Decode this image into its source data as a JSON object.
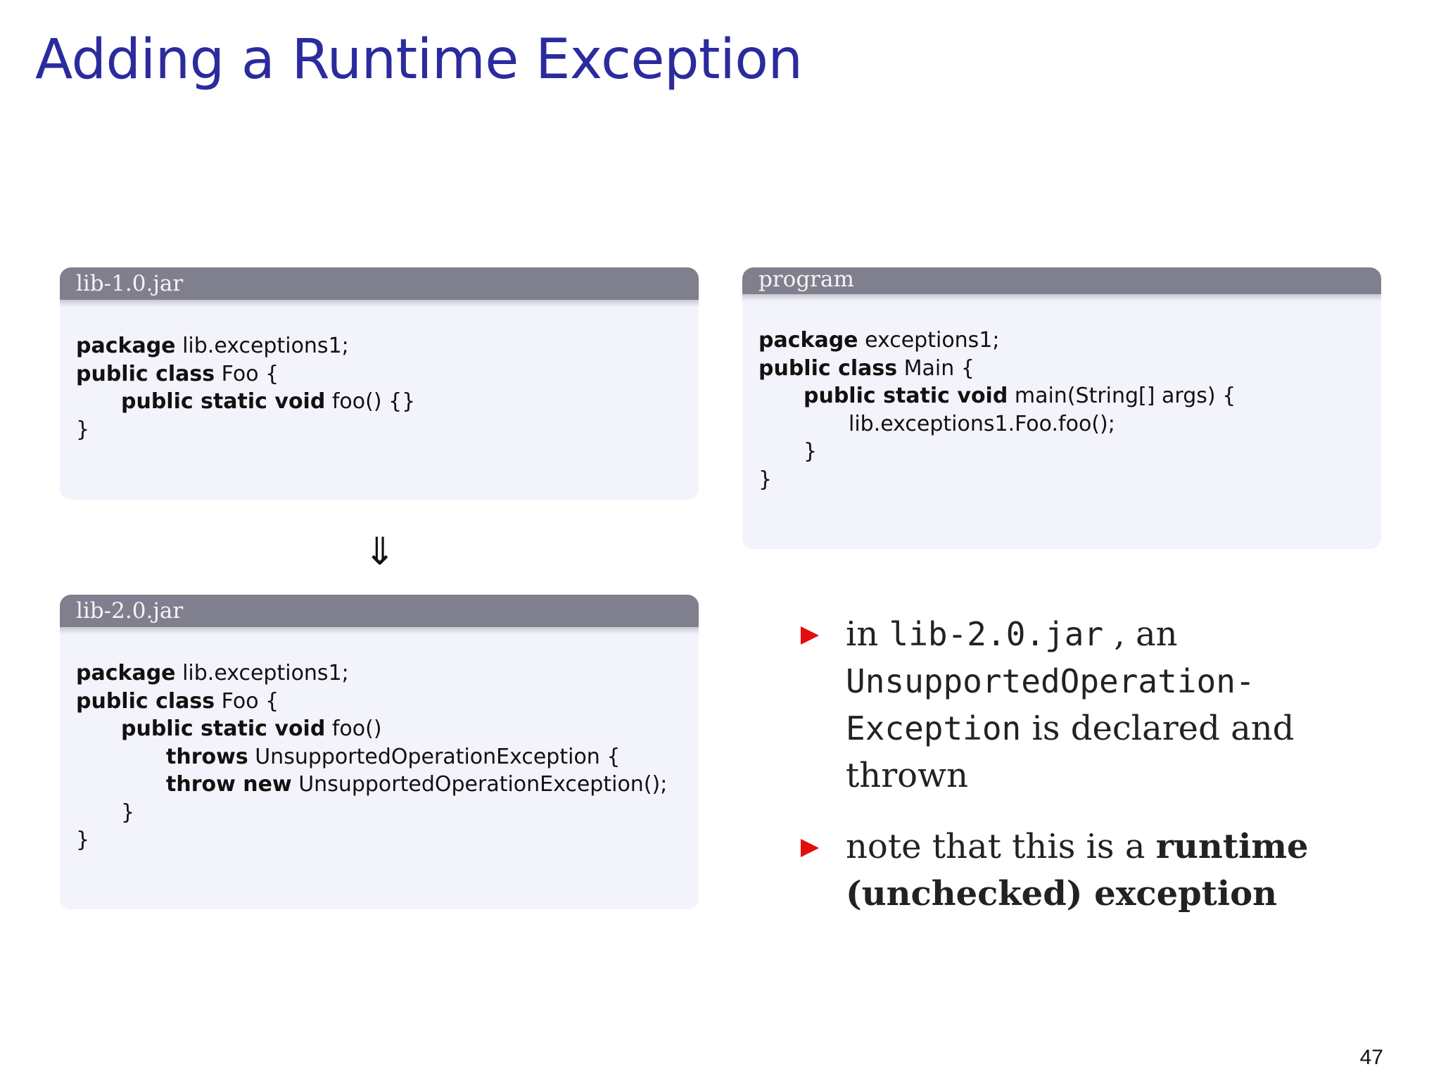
{
  "slide": {
    "title": "Adding a Runtime Exception",
    "page_number": "47"
  },
  "blocks": {
    "lib1": {
      "title": "lib-1.0.jar",
      "lines": [
        {
          "kw": "package",
          "text": " lib.exceptions1;"
        },
        {
          "kw": "public class",
          "text": " Foo {"
        },
        {
          "kw": "public static void",
          "text": " foo() {}"
        },
        {
          "kw": "",
          "text": "}"
        }
      ]
    },
    "program": {
      "title": "program",
      "lines": [
        {
          "kw": "package",
          "text": " exceptions1;"
        },
        {
          "kw": "public class",
          "text": " Main {"
        },
        {
          "kw": "public static void",
          "text": " main(String[] args) {"
        },
        {
          "kw": "",
          "text": "lib.exceptions1.Foo.foo();"
        },
        {
          "kw": "",
          "text": "}"
        },
        {
          "kw": "",
          "text": "}"
        }
      ]
    },
    "lib2": {
      "title": "lib-2.0.jar",
      "lines": [
        {
          "kw": "package",
          "text": " lib.exceptions1;"
        },
        {
          "kw": "public class",
          "text": " Foo {"
        },
        {
          "kw": "public static void",
          "text": " foo()"
        },
        {
          "kw": "throws",
          "text": " UnsupportedOperationException {"
        },
        {
          "kw": "throw new",
          "text": " UnsupportedOperationException();"
        },
        {
          "kw": "",
          "text": "}"
        },
        {
          "kw": "",
          "text": "}"
        }
      ]
    }
  },
  "arrow": "⇓",
  "bullets": {
    "b1": {
      "pre": "in ",
      "code": "lib-2.0.jar",
      "mid": " , an ",
      "code2a": "UnsupportedOperation-",
      "code2b": "Exception",
      "post": " is declared and thrown"
    },
    "b2": {
      "pre": "note that this is a ",
      "strong": "runtime (unchecked) exception"
    }
  }
}
